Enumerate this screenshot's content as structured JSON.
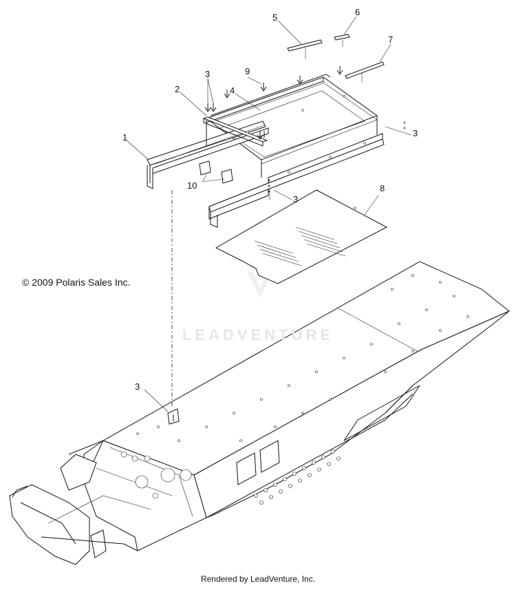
{
  "copyright": "© 2009 Polaris Sales Inc.",
  "footer": "Rendered by LeadVenture, Inc.",
  "watermark": "LEADVENTURE",
  "callouts": {
    "c1": "1",
    "c2": "2",
    "c3a": "3",
    "c3b": "3",
    "c3c": "3",
    "c3d": "3",
    "c4": "4",
    "c5": "5",
    "c6": "6",
    "c7": "7",
    "c8": "8",
    "c9": "9",
    "c10": "10"
  },
  "logo_icon": "leadventure-logo-icon"
}
